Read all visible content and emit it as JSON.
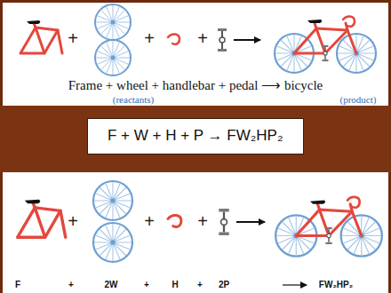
{
  "diagram": {
    "nodes": [
      {
        "text": [
          "F + W + H + P → FW₂HP₂"
        ]
      }
    ],
    "labels": [
      "+",
      "+",
      "+",
      "Frame + wheel + handlebar + pedal ⟶ bicycle",
      "(reactants)",
      "(product)",
      "+",
      "+",
      "+",
      "F",
      "+",
      "2W",
      "+",
      "H",
      "+",
      "2P",
      "FW₂HP₂"
    ]
  }
}
